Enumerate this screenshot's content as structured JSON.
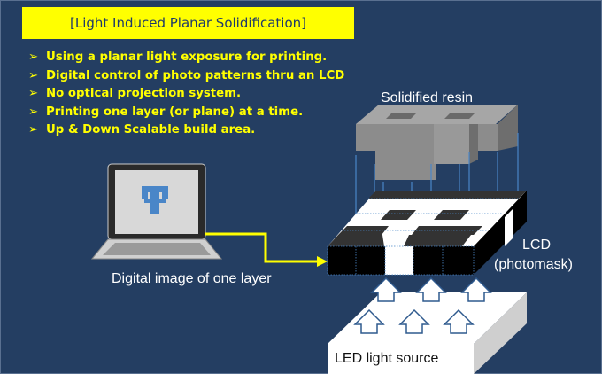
{
  "title": "[Light Induced Planar Solidification]",
  "bullet_marker": "➢",
  "bullets": [
    "Using a planar light exposure for printing.",
    "Digital control of photo patterns thru an LCD",
    "No optical projection system.",
    "Printing one layer (or plane) at a time.",
    "Up & Down Scalable build area."
  ],
  "labels": {
    "resin": "Solidified resin",
    "lcd": "LCD",
    "lcd_sub": "(photomask)",
    "digital_image": "Digital image of one layer",
    "led": "LED light source"
  },
  "colors": {
    "background": "#243e62",
    "banner": "#ffff00",
    "bullet_text": "#ffff00",
    "arrow": "#ffff00"
  }
}
